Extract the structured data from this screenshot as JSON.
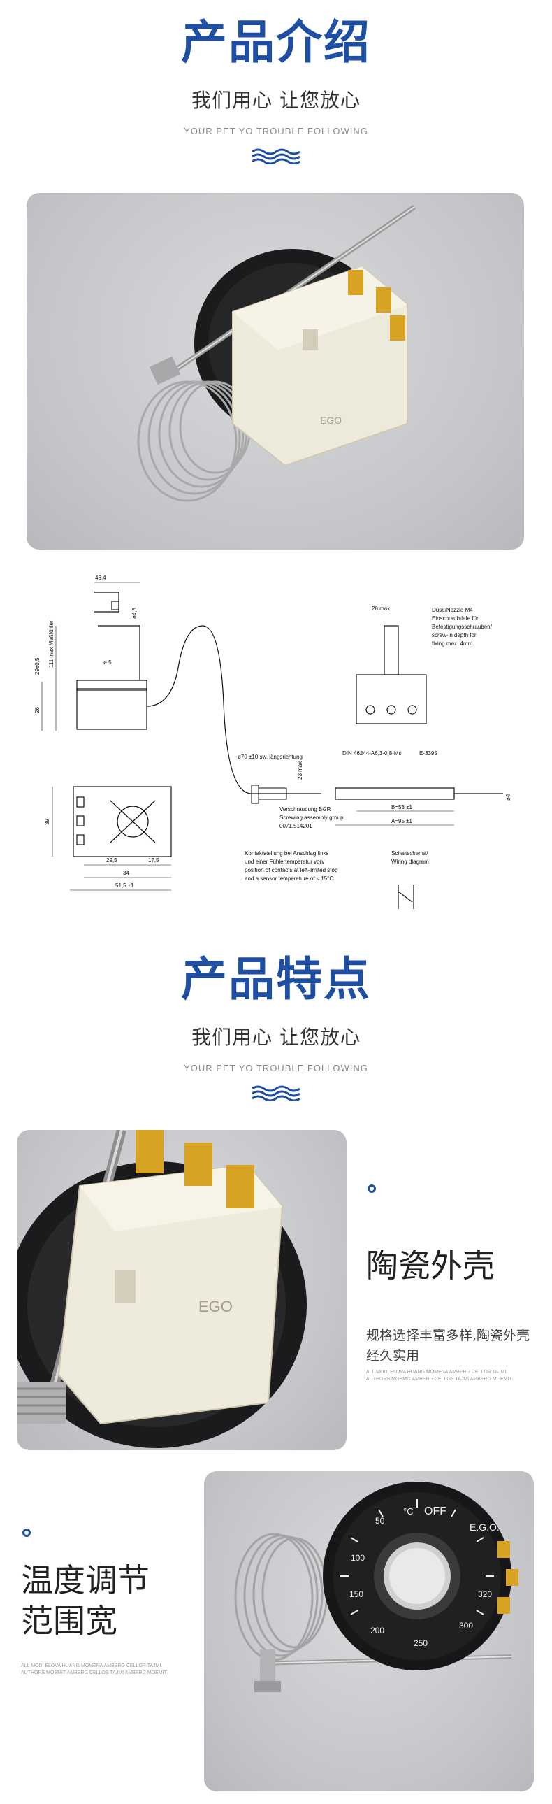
{
  "intro": {
    "title": "产品介绍",
    "subtitle": "我们用心  让您放心",
    "english": "YOUR PET YO TROUBLE FOLLOWING"
  },
  "features_head": {
    "title": "产品特点",
    "subtitle": "我们用心  让您放心",
    "english": "YOUR PET YO TROUBLE FOLLOWING"
  },
  "drawing": {
    "dims": {
      "d1": "46,4",
      "d2": "ø4,8",
      "d3": "111 max Meßfühler",
      "d4": "29±0,5",
      "d5": "26",
      "d6": "ø 5",
      "d7": "28 max",
      "d8": "ø70 ±10 sw. längsrichtung",
      "d9": "DIN 46244-A6,3-0,8-Ms",
      "d10": "E-3395",
      "d11": "23 max",
      "d12": "ø4",
      "d13": "B=53 ±1",
      "d14": "A=95 ±1",
      "d15": "39",
      "d16": "29,5",
      "d17": "17,5",
      "d18": "34",
      "d19": "51,5 ±1"
    },
    "notes": {
      "nozzle": [
        "Düse/Nozzle M4",
        "Einschraubtiefe für",
        "Befestigungsschrauben/",
        "screw-in depth for",
        "fixing max. 4mm."
      ],
      "screw": [
        "Verschraubung BGR",
        "Screwing assembly group",
        "0071.514201"
      ],
      "contact": [
        "Kontaktstellung bei Anschlag links",
        "und einer Fühlertemperatur von/",
        "position of contacts at left-limited stop",
        "and a sensor temperature of ≤ 15°C"
      ],
      "wiring": [
        "Schaltschema/",
        "Wiring diagram"
      ]
    }
  },
  "feature1": {
    "title": "陶瓷外壳",
    "desc": "规格选择丰富多样,陶瓷外壳经久实用",
    "fine": "ALL MODI ELOVA HUANG MOMENA AMBERG CELLOR TAJMI. AUTHORS MOEMIT AMBERG CELLOS TAJMI AMBERG MOEMIT."
  },
  "feature2": {
    "title_line1": "温度调节",
    "title_line2": "范围宽",
    "fine": "ALL MODI ELOVA HUANG MOMENA AMBERG CELLOR TAJMI. AUTHORS MOEMIT AMBERG CELLOS TAJMI AMBERG MOEMIT."
  },
  "photo_labels": {
    "housing_print": "EGO",
    "dial_off": "OFF",
    "dial_brand": "E.G.O.",
    "dial_ticks": [
      "50",
      "100",
      "150",
      "200",
      "250",
      "300",
      "320"
    ],
    "dial_unit": "°C"
  },
  "colors": {
    "brand_blue": "#1f4fa3",
    "photo_bg": "#c8c9cc"
  }
}
